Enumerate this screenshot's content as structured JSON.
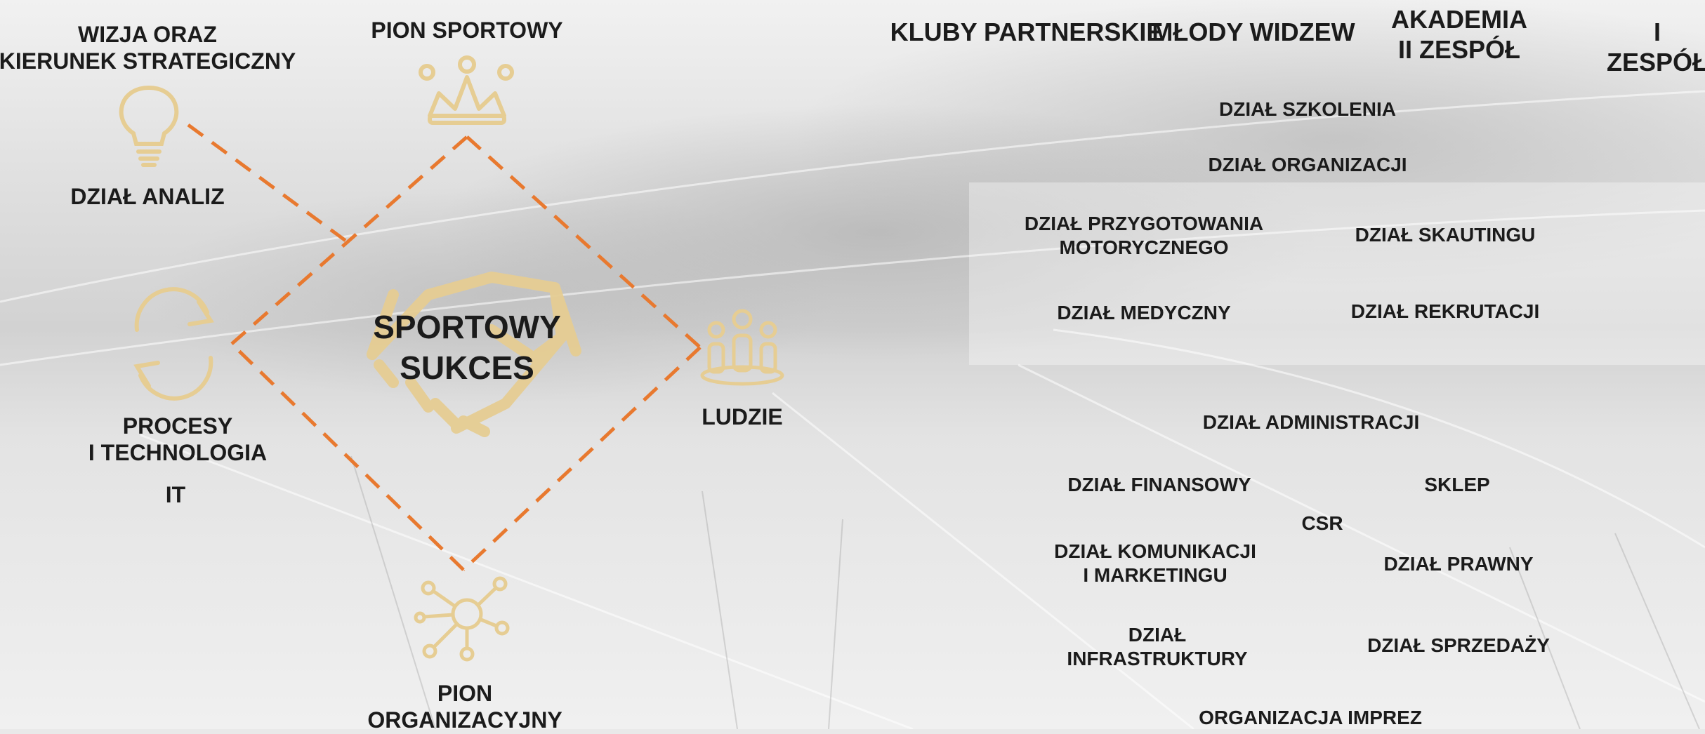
{
  "colors": {
    "accent_dashed": "#e8792f",
    "icon_gold": "#e6cd93",
    "text": "#1b1b1b"
  },
  "left": {
    "vision": "WIZJA ORAZ\nKIERUNEK STRATEGICZNY",
    "analysis": "DZIAŁ ANALIZ",
    "sport_division": "PION SPORTOWY",
    "processes": "PROCESY\nI TECHNOLOGIA",
    "it": "IT",
    "center": "SPORTOWY\nSUKCES",
    "people": "LUDZIE",
    "org_division": "PION\nORGANIZACYJNY"
  },
  "icons": {
    "vision": "lightbulb-icon",
    "sport": "crown-icon",
    "processes": "refresh-cycle-icon",
    "center": "handshake-icon",
    "people": "people-group-icon",
    "org": "network-hub-icon"
  },
  "top_headers": {
    "clubs": "KLUBY PARTNERSKIE",
    "youth": "MŁODY WIDZEW",
    "academy": "AKADEMIA\nII ZESPÓŁ",
    "first_team": "I ZESPÓŁ"
  },
  "departments": {
    "training": "DZIAŁ SZKOLENIA",
    "organization": "DZIAŁ ORGANIZACJI",
    "motor": "DZIAŁ PRZYGOTOWANIA\nMOTORYCZNEGO",
    "scouting": "DZIAŁ SKAUTINGU",
    "medical": "DZIAŁ MEDYCZNY",
    "recruitment": "DZIAŁ REKRUTACJI",
    "administration": "DZIAŁ ADMINISTRACJI",
    "finance": "DZIAŁ FINANSOWY",
    "shop": "SKLEP",
    "csr": "CSR",
    "communication": "DZIAŁ KOMUNIKACJI\nI MARKETINGU",
    "legal": "DZIAŁ PRAWNY",
    "infrastructure": "DZIAŁ\nINFRASTRUKTURY",
    "sales": "DZIAŁ SPRZEDAŻY",
    "events": "ORGANIZACJA IMPREZ"
  }
}
